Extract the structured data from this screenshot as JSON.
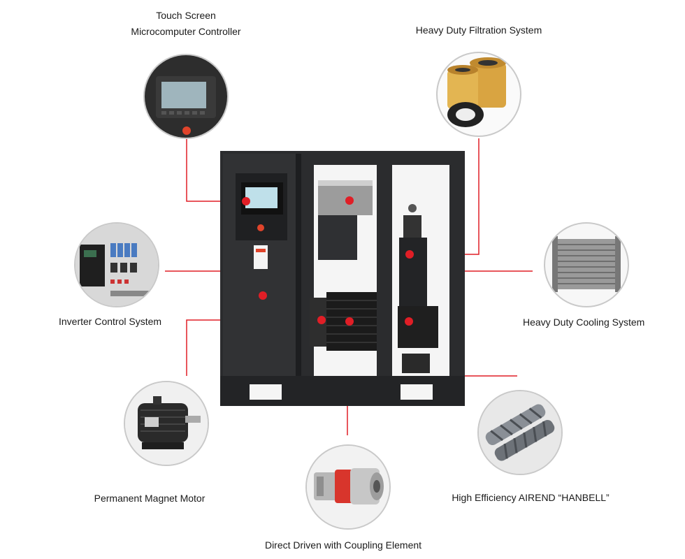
{
  "features": {
    "controller": {
      "line1": "Touch Screen",
      "line2": "Microcomputer Controller"
    },
    "filtration": {
      "label": "Heavy Duty Filtration System"
    },
    "inverter": {
      "label": "Inverter Control System"
    },
    "cooling": {
      "label": "Heavy Duty Cooling System"
    },
    "motor": {
      "label": "Permanent Magnet Motor"
    },
    "airend": {
      "label": "High Efficiency AIREND “HANBELL”"
    },
    "coupling": {
      "label": "Direct Driven with Coupling Element"
    }
  },
  "colors": {
    "accent": "#e01e26",
    "cabinet": "#2b2c2e",
    "cabinet_dark": "#1d1e20",
    "screen": "#bfe0ea",
    "filter_yellow": "#d9a441",
    "coupling_red": "#d8352c",
    "circle_border": "#c9c9c9"
  },
  "icons": {
    "controller": "touch-screen-controller-icon",
    "filtration": "filter-cartridges-icon",
    "inverter": "electrical-panel-icon",
    "cooling": "radiator-icon",
    "motor": "electric-motor-icon",
    "airend": "screw-rotors-icon",
    "coupling": "jaw-coupling-icon"
  }
}
